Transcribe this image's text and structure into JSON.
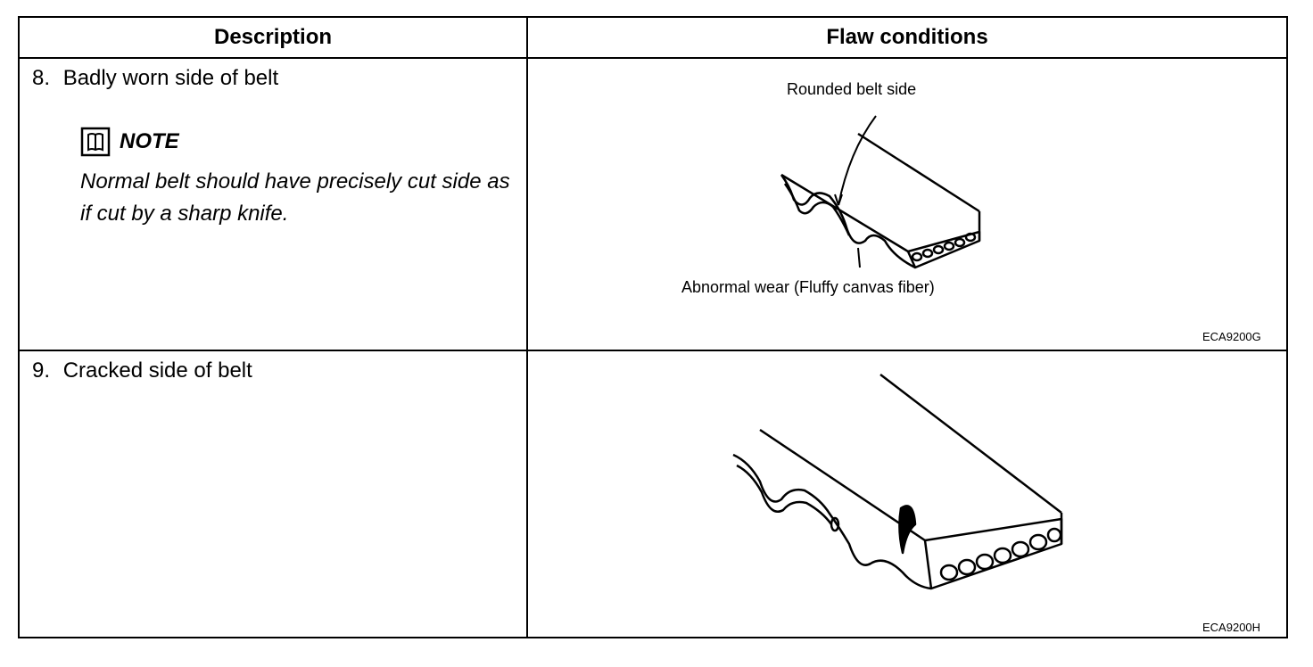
{
  "header": {
    "description": "Description",
    "flaw_conditions": "Flaw conditions"
  },
  "rows": [
    {
      "number": "8.",
      "title": "Badly worn side of belt",
      "note_label": "NOTE",
      "note_text": "Normal belt should have precisely cut side as if cut by a sharp knife.",
      "label_top": "Rounded belt side",
      "label_bottom": "Abnormal wear (Fluffy canvas fiber)",
      "figure_code": "ECA9200G"
    },
    {
      "number": "9.",
      "title": "Cracked side of belt",
      "figure_code": "ECA9200H"
    }
  ],
  "icons": {
    "note": "book-icon"
  }
}
